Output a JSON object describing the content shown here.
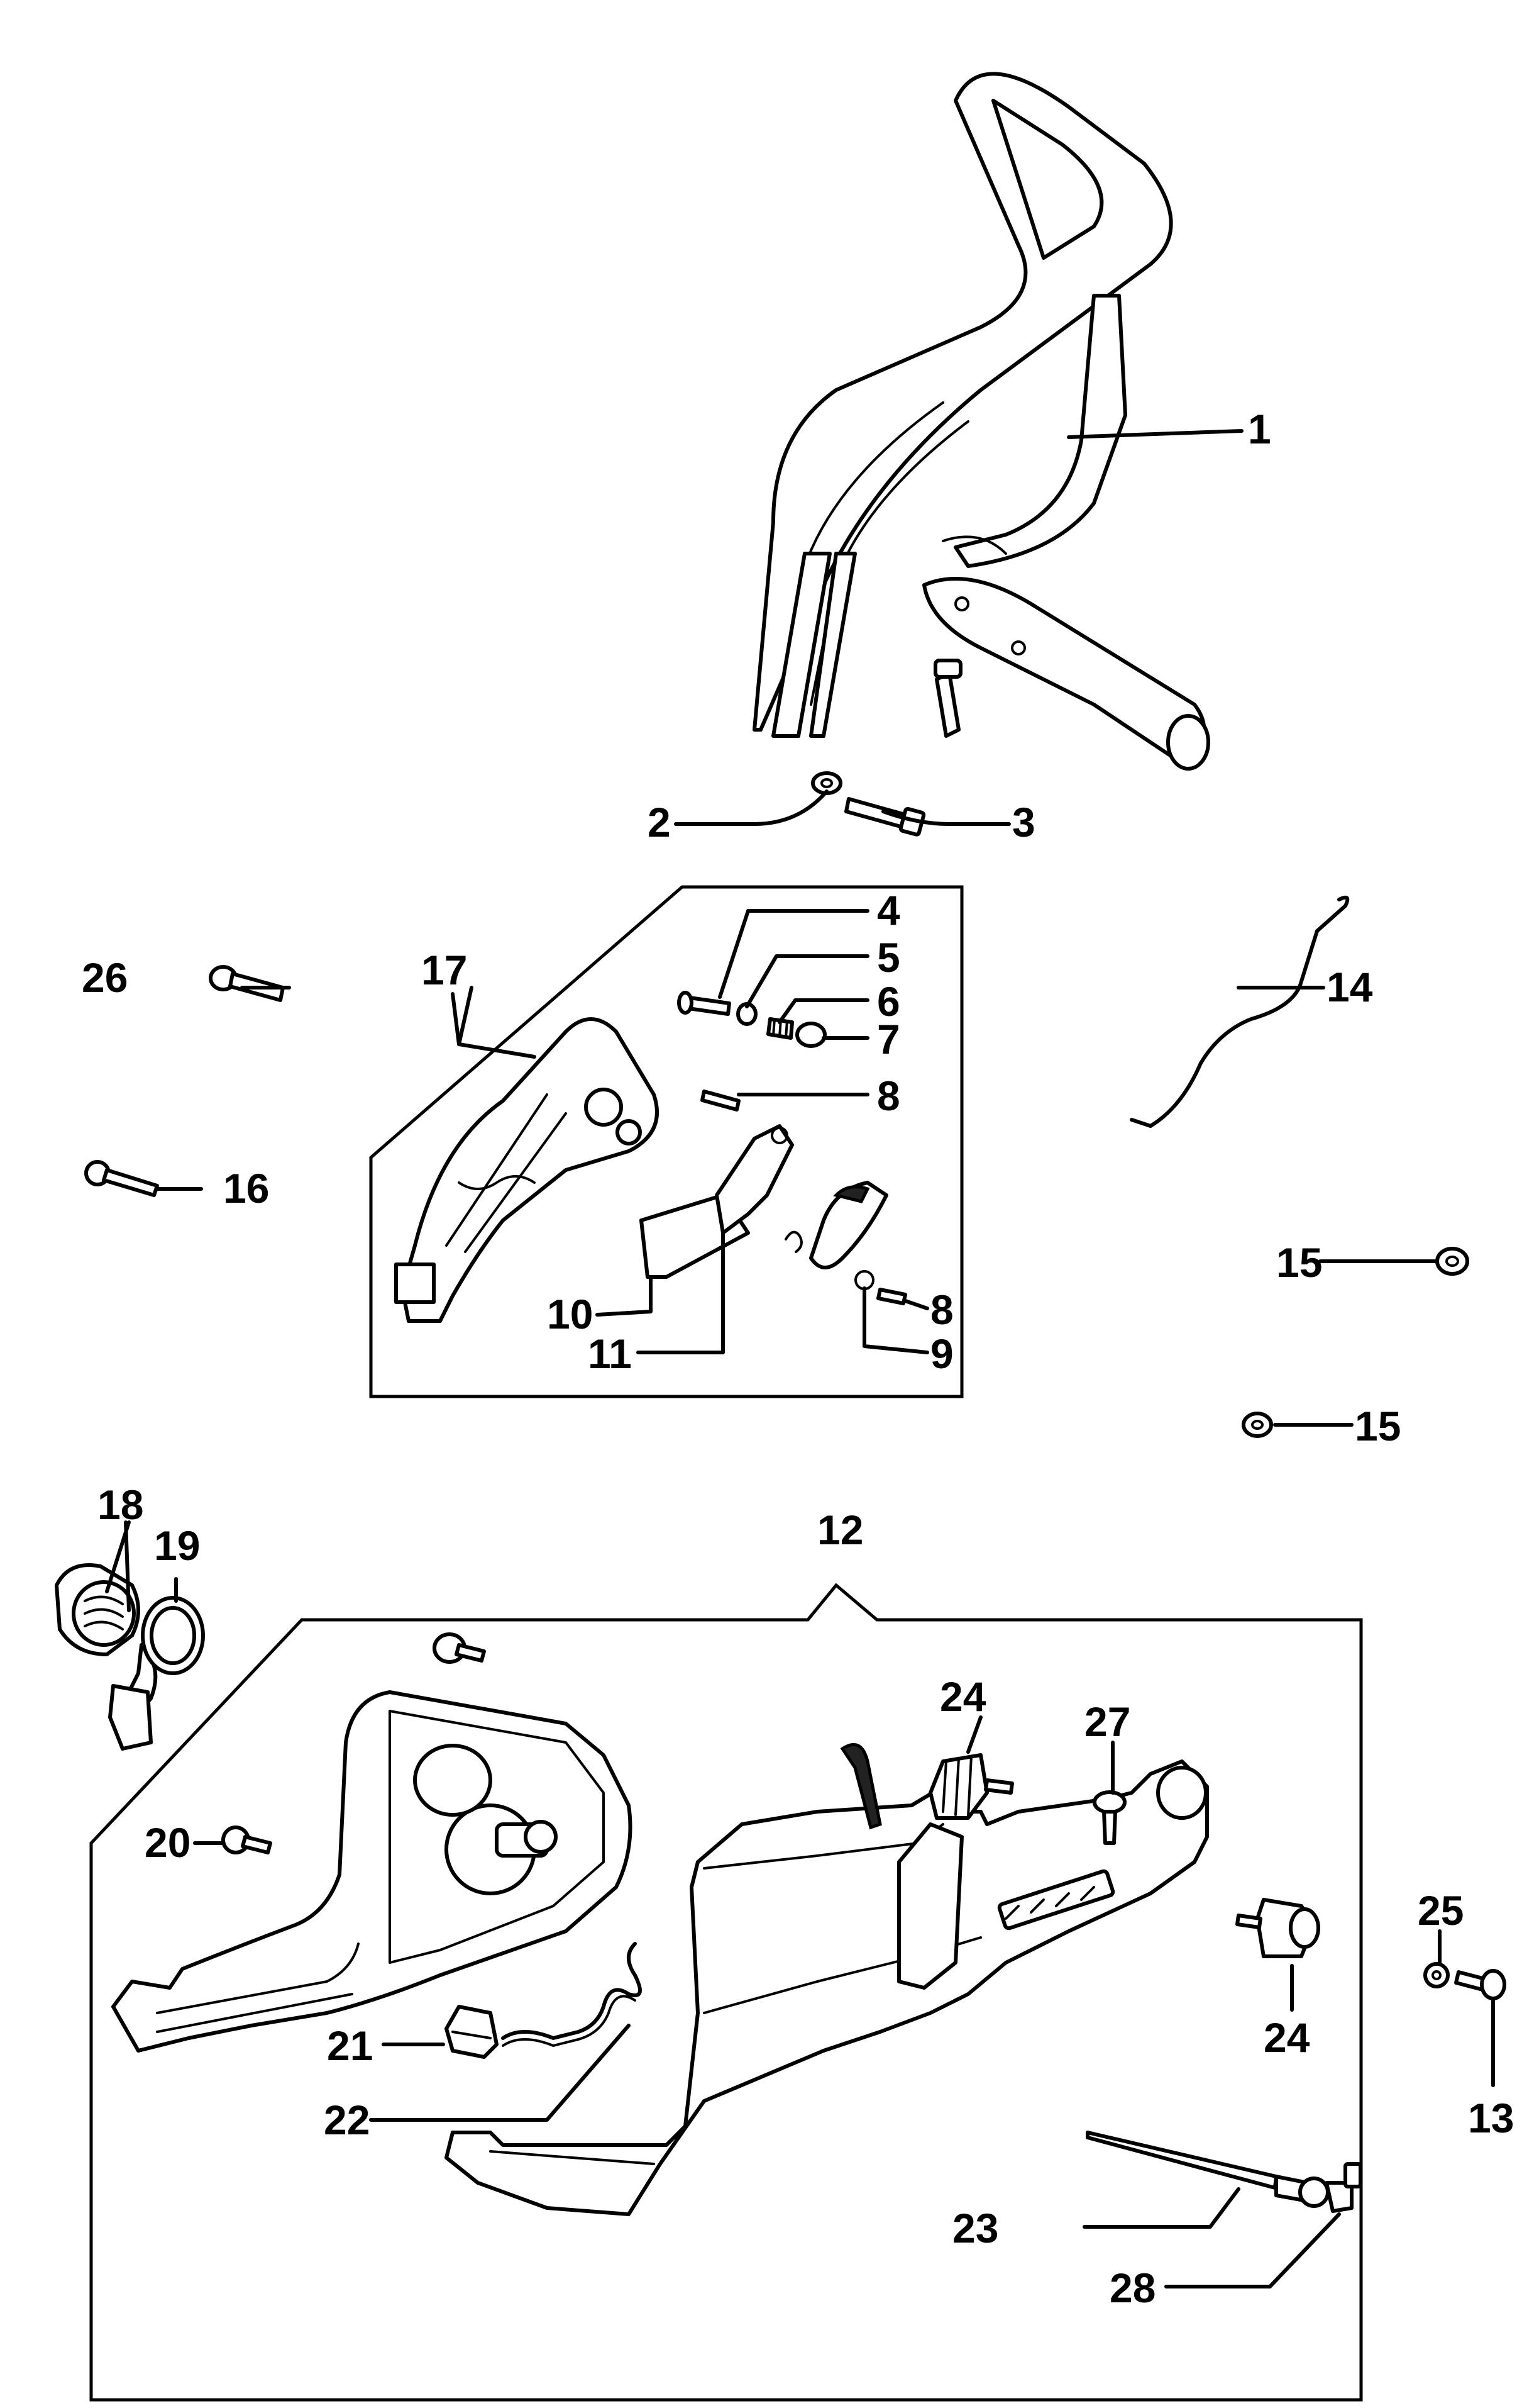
{
  "diagram": {
    "callouts": [
      {
        "id": "c1",
        "text": "1"
      },
      {
        "id": "c2",
        "text": "2"
      },
      {
        "id": "c3",
        "text": "3"
      },
      {
        "id": "c4",
        "text": "4"
      },
      {
        "id": "c5",
        "text": "5"
      },
      {
        "id": "c6",
        "text": "6"
      },
      {
        "id": "c7",
        "text": "7"
      },
      {
        "id": "c8a",
        "text": "8"
      },
      {
        "id": "c8b",
        "text": "8"
      },
      {
        "id": "c9",
        "text": "9"
      },
      {
        "id": "c10",
        "text": "10"
      },
      {
        "id": "c11",
        "text": "11"
      },
      {
        "id": "c12",
        "text": "12"
      },
      {
        "id": "c13",
        "text": "13"
      },
      {
        "id": "c14",
        "text": "14"
      },
      {
        "id": "c15a",
        "text": "15"
      },
      {
        "id": "c15b",
        "text": "15"
      },
      {
        "id": "c16",
        "text": "16"
      },
      {
        "id": "c17",
        "text": "17"
      },
      {
        "id": "c18",
        "text": "18"
      },
      {
        "id": "c19",
        "text": "19"
      },
      {
        "id": "c20",
        "text": "20"
      },
      {
        "id": "c21",
        "text": "21"
      },
      {
        "id": "c22",
        "text": "22"
      },
      {
        "id": "c23",
        "text": "23"
      },
      {
        "id": "c24a",
        "text": "24"
      },
      {
        "id": "c24b",
        "text": "24"
      },
      {
        "id": "c25",
        "text": "25"
      },
      {
        "id": "c26",
        "text": "26"
      },
      {
        "id": "c27",
        "text": "27"
      },
      {
        "id": "c28",
        "text": "28"
      }
    ]
  }
}
